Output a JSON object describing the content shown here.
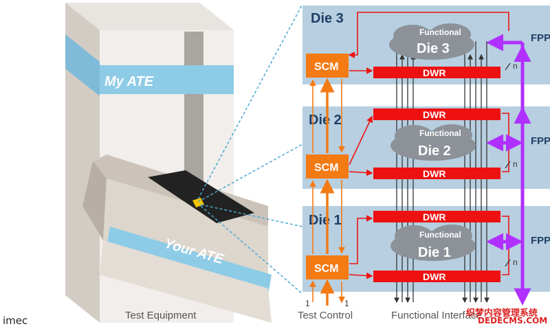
{
  "equipment": {
    "my_ate": "My ATE",
    "your_ate": "Your ATE"
  },
  "dies": [
    {
      "title": "Die 3",
      "cloud_small": "Functional",
      "cloud_big": "Die 3",
      "scm": "SCM",
      "dwr_top": "",
      "dwr_bottom": "DWR",
      "fpp": "FPP",
      "n": "n"
    },
    {
      "title": "Die 2",
      "cloud_small": "Functional",
      "cloud_big": "Die 2",
      "scm": "SCM",
      "dwr_top": "DWR",
      "dwr_bottom": "DWR",
      "fpp": "FPP",
      "n": "n"
    },
    {
      "title": "Die 1",
      "cloud_small": "Functional",
      "cloud_big": "Die 1",
      "scm": "SCM",
      "dwr_top": "DWR",
      "dwr_bottom": "DWR",
      "fpp": "FPP",
      "n": "n"
    }
  ],
  "bottom_labels": {
    "test_equipment": "Test Equipment",
    "test_control": "Test Control",
    "functional_interface": "Functional Interface",
    "left_one": "1",
    "right_one": "1"
  },
  "brand": "imec",
  "watermark": {
    "line1": "织梦内容管理系统",
    "line2": "DEDECMS.COM"
  },
  "colors": {
    "scm": "#f47a14",
    "dwr": "#ee1111",
    "tsv": "#b030ff",
    "die_bg": "#b7cfe0",
    "band": "#8ecbe6"
  }
}
